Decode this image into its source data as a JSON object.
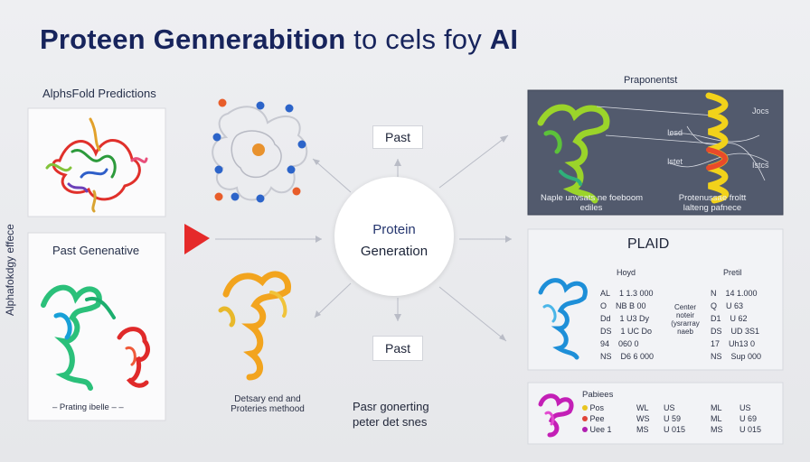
{
  "title": {
    "main": "Proteen Gennerabition",
    "rest": " to cels foy ",
    "accent": "AI"
  },
  "side_label": "Alphafokdgy effece",
  "left_top_card": {
    "label": "AlphsFold Predictions"
  },
  "left_bottom_card": {
    "label": "Past Genenative",
    "caption": "– Prating ibelle – –"
  },
  "center": {
    "line1": "Protein",
    "line2": "Generation",
    "tag_top": "Past",
    "tag_bottom": "Past"
  },
  "middle_bottom": {
    "caption_line1": "Detsary end and",
    "caption_line2": "Proteries methood"
  },
  "center_bottom": {
    "line1": "Pasr gonerting",
    "line2": "peter det snes"
  },
  "right_top": {
    "heading": "Praponentst",
    "caption_left_1": "Naple unvsats ne foeboom",
    "caption_left_2": "ediles",
    "caption_right_1": "Protenussae froltt",
    "caption_right_2": "lalteng pafnece",
    "marks": [
      "Iesd",
      "Jocs",
      "Istet",
      "Istcs"
    ]
  },
  "plaid_panel": {
    "heading": "PLAID",
    "col_headers": [
      "Hoyd",
      "Pretil"
    ],
    "center_note": [
      "Center",
      "noteir",
      "(ysrarray",
      "naeb"
    ],
    "rows_left": [
      [
        "AL",
        "1 1.3 000"
      ],
      [
        "O",
        "NB B 00"
      ],
      [
        "Dd",
        "1 U3 Dy"
      ],
      [
        "DS",
        "1 UC Do"
      ],
      [
        "94",
        "060 0"
      ],
      [
        "NS",
        "D6 6 000"
      ]
    ],
    "rows_right": [
      [
        "N",
        "14 1.000"
      ],
      [
        "Q",
        "U 63"
      ],
      [
        "D1",
        "U 62"
      ],
      [
        "DS",
        "UD 3S1"
      ],
      [
        "17",
        "Uh13 0"
      ],
      [
        "NS",
        "Sup 000"
      ]
    ]
  },
  "legend_panel": {
    "heading": "Pabiees",
    "entries": [
      {
        "label": "Pos",
        "cols": [
          "WL",
          "US",
          "ML",
          "US"
        ],
        "color": "#e8c520"
      },
      {
        "label": "Pee",
        "cols": [
          "WS",
          "U 59",
          "ML",
          "U 69"
        ],
        "color": "#e04438"
      },
      {
        "label": "Uee 1",
        "cols": [
          "MS",
          "U 015",
          "MS",
          "U 015"
        ],
        "color": "#b01fb0"
      }
    ]
  }
}
